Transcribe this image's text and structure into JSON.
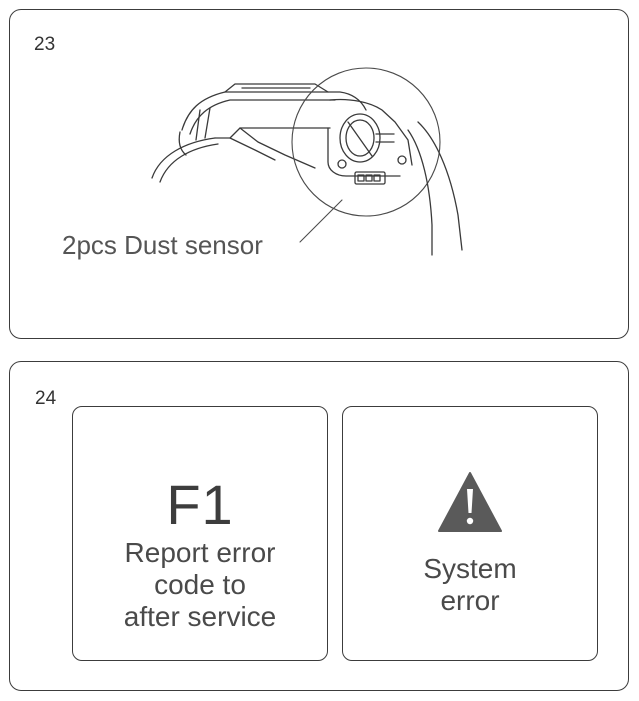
{
  "steps": [
    {
      "number": "23",
      "callout_label": "2pcs Dust sensor"
    },
    {
      "number": "24",
      "displays": [
        {
          "code": "F1",
          "description_lines": [
            "Report error",
            "code to",
            "after service"
          ]
        },
        {
          "icon": "warning-triangle-icon",
          "description_lines": [
            "System",
            "error"
          ]
        }
      ]
    }
  ],
  "colors": {
    "border": "#3c3c3c",
    "text": "#4a4a4a",
    "warning_fill": "#5a5a5a"
  }
}
